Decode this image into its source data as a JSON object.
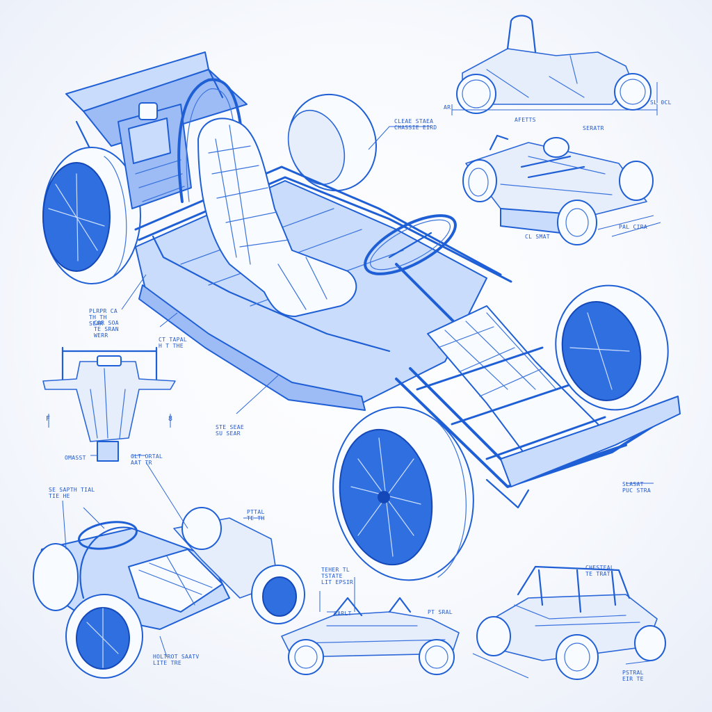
{
  "annotations": {
    "top_right_a": "CLEAE STAEA\nCHASSIE EIRD",
    "top_right_dim": "AFETTS",
    "top_right_b": "SERATR",
    "top_right_c": "CL SMAT",
    "top_right_d": "PAL CIRA",
    "side_dim_a": "AR",
    "side_dim_b": "SL 0CL",
    "mid_left_a": "PLRPR CA\nTH TH\nSEAR",
    "mid_left_b": "CAR SOA\nTE SRAN\nWERR",
    "mid_left_c": "CT TAPAL\nH T THE",
    "center_left": "STE SEAE\nSU SEAR",
    "front_view_a": "OMASST",
    "front_view_b": "GLT ORTAL\nAAT TR",
    "front_view_dim_left": "F",
    "front_view_dim_right": "8",
    "right_mid": "SLASAT\nPUC STRA",
    "lower_left_a": "SE SAPTH TIAL\nTIE HE",
    "lower_left_b": "PTTAL\nTE TH",
    "lower_left_c": "HOLTROT SAATV\nLITE TRE",
    "bottom_center_a": "TEHER TL\nTSTATE\nLIT EPSIR",
    "bottom_center_b": "RARLT",
    "bottom_center_c": "PT SRAL",
    "bottom_right_a": "CHESTEAL\nTE TRAT",
    "bottom_right_b": "PSTRAL\nEIR TE"
  }
}
